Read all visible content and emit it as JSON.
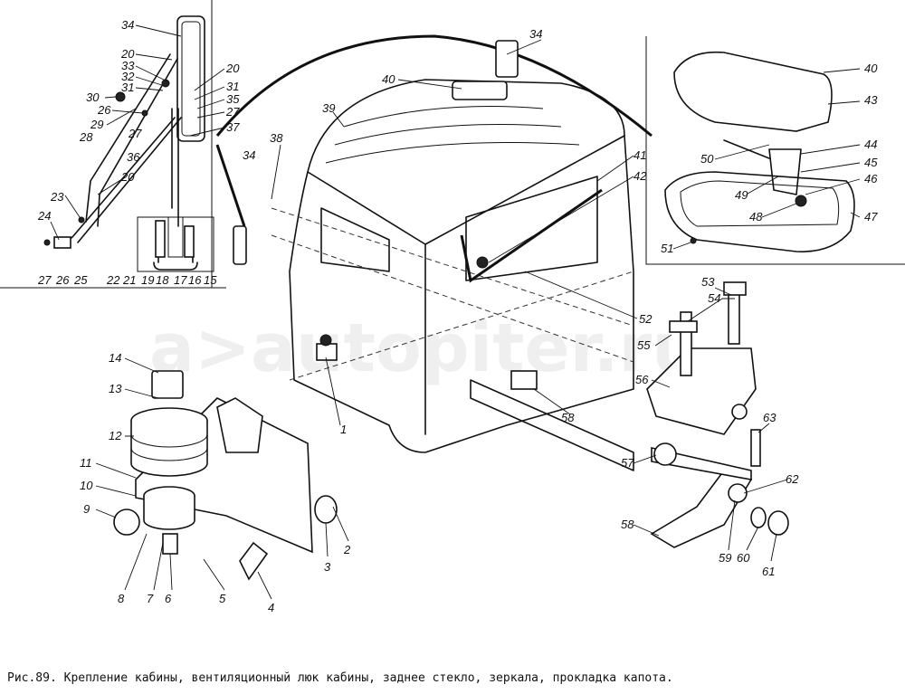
{
  "caption": "Рис.89. Крепление кабины, вентиляционный люк кабины, заднее стекло, зеркала, прокладка капота.",
  "watermark": "a>autopiter.ru",
  "mirror_labels": [
    "34",
    "20",
    "33",
    "32",
    "31",
    "30",
    "26",
    "29",
    "28",
    "20",
    "31",
    "35",
    "27",
    "37",
    "27",
    "36",
    "20",
    "23",
    "24",
    "27",
    "26",
    "25",
    "22",
    "21",
    "19",
    "18",
    "17",
    "16",
    "15"
  ],
  "cab_labels": [
    "34",
    "40",
    "39",
    "38",
    "34",
    "41",
    "42",
    "52",
    "1",
    "58"
  ],
  "hatch_labels": [
    "40",
    "43",
    "44",
    "45",
    "46",
    "47",
    "50",
    "49",
    "48",
    "51"
  ],
  "rear_mount_labels": [
    "53",
    "54",
    "55",
    "56",
    "63",
    "57",
    "62",
    "58",
    "59",
    "60",
    "61"
  ],
  "front_mount_labels": [
    "14",
    "13",
    "12",
    "11",
    "10",
    "9",
    "8",
    "7",
    "6",
    "5",
    "4",
    "3",
    "2"
  ]
}
